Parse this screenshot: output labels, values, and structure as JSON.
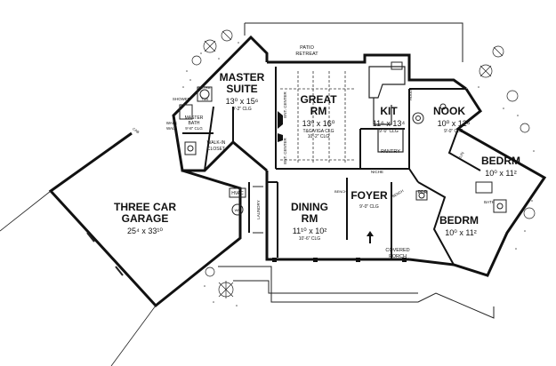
{
  "rooms": {
    "master_suite": {
      "name_1": "MASTER",
      "name_2": "SUITE",
      "dims": "13⁰ x 15⁶",
      "ceiling": "9'-2\" CLG"
    },
    "great_rm": {
      "name_1": "GREAT",
      "name_2": "RM",
      "dims": "13⁰ x 16⁰",
      "ceiling_1": "T&G/VIGA CLG",
      "ceiling_2": "10'-2\" CLG"
    },
    "kit": {
      "name": "KIT",
      "dims": "11⁶ x 13⁴",
      "ceiling": "9'-0\" CLG"
    },
    "nook": {
      "name": "NOOK",
      "dims": "10⁰ x 12⁶",
      "ceiling": "9'-0\" CLG"
    },
    "bedrm_1": {
      "name": "BEDRM",
      "dims": "10⁰ x 11²"
    },
    "bedrm_2": {
      "name": "BEDRM",
      "dims": "10⁰ x 11²"
    },
    "three_car_garage": {
      "name_1": "THREE CAR",
      "name_2": "GARAGE",
      "dims": "25⁴ x 33¹⁰"
    },
    "dining_rm": {
      "name_1": "DINING",
      "name_2": "RM",
      "dims": "11¹⁰ x 10²",
      "ceiling": "10'-6\" CLG"
    },
    "foyer": {
      "name": "FOYER",
      "ceiling": "9'-0\" CLG"
    }
  },
  "labels": {
    "patio_1": "PATIO",
    "patio_2": "RETREAT",
    "covered_1": "COVERED",
    "covered_2": "PORCH",
    "master_bath_1": "MASTER",
    "master_bath_2": "BATH",
    "master_bath_clg": "9'-8\" CLG",
    "walk_in_1": "WALK-IN",
    "walk_in_2": "CLOSET",
    "walk_wall_1": "WALK",
    "walk_wall_2": "WALL",
    "shower": "SHOWER",
    "ultra_tub_1": "ULTRA",
    "ultra_tub_2": "TUB",
    "ent_center_1": "ENT. CENTER",
    "ent_center_2": "ENT. CENTER",
    "pantry": "PANTRY",
    "niche": "NICHE",
    "bench": "BENCH",
    "pdr": "PDR",
    "bath": "BATH",
    "hvac": "HVAC",
    "laundry": "LAUNDRY",
    "bench_2": "BENCH",
    "bank_hood": "HOOD",
    "cab": "CAB",
    "lin": "LIN",
    "whd": "WH"
  }
}
